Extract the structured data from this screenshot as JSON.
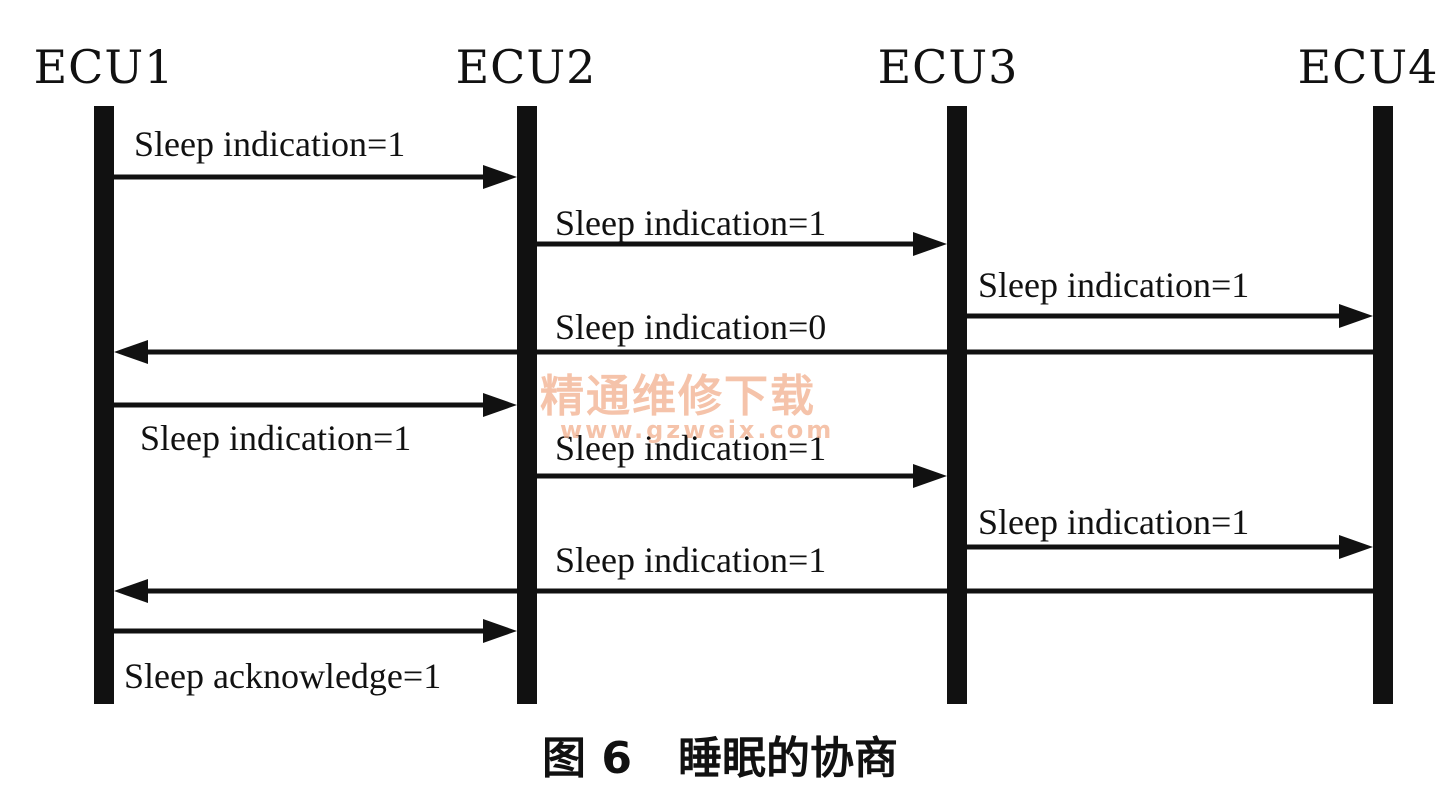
{
  "lifelines": [
    {
      "id": "ecu1",
      "label": "ECU1"
    },
    {
      "id": "ecu2",
      "label": "ECU2"
    },
    {
      "id": "ecu3",
      "label": "ECU3"
    },
    {
      "id": "ecu4",
      "label": "ECU4"
    }
  ],
  "messages": [
    {
      "from": "ecu1",
      "to": "ecu2",
      "text": "Sleep indication=1"
    },
    {
      "from": "ecu2",
      "to": "ecu3",
      "text": "Sleep indication=1"
    },
    {
      "from": "ecu3",
      "to": "ecu4",
      "text": "Sleep indication=1"
    },
    {
      "from": "ecu4",
      "to": "ecu1",
      "text": "Sleep indication=0"
    },
    {
      "from": "ecu1",
      "to": "ecu2",
      "text": "Sleep indication=1"
    },
    {
      "from": "ecu2",
      "to": "ecu3",
      "text": "Sleep indication=1"
    },
    {
      "from": "ecu3",
      "to": "ecu4",
      "text": "Sleep indication=1"
    },
    {
      "from": "ecu4",
      "to": "ecu1",
      "text": "Sleep indication=1"
    },
    {
      "from": "ecu1",
      "to": "ecu2",
      "text": "Sleep acknowledge=1"
    }
  ],
  "watermark": {
    "text": "精通维修下载",
    "url": "www.gzweix.com"
  },
  "caption": {
    "figure": "图 6",
    "title": "睡眠的协商"
  },
  "colors": {
    "ink": "#111111",
    "watermark": "#f2b08e"
  }
}
